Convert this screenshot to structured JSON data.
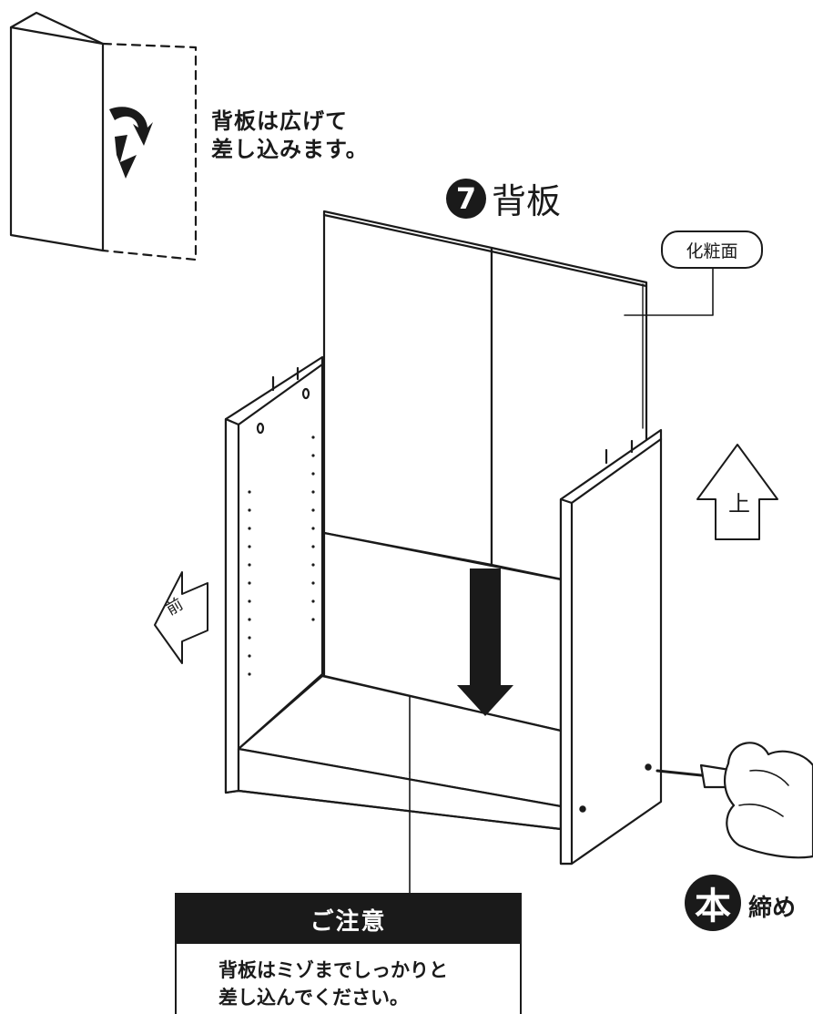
{
  "fold_note": {
    "line1": "背板は広げて",
    "line2": "差し込みます。"
  },
  "step": {
    "number": "7",
    "title": "背板"
  },
  "finish_label": "化粧面",
  "direction": {
    "up": "上",
    "front": "前"
  },
  "screw": {
    "badge": "本",
    "text": "締め"
  },
  "caution": {
    "title": "ご注意",
    "line1": "背板はミゾまでしっかりと",
    "line2": "差し込んでください。"
  },
  "colors": {
    "ink": "#1a1a1a",
    "paper": "#ffffff"
  }
}
